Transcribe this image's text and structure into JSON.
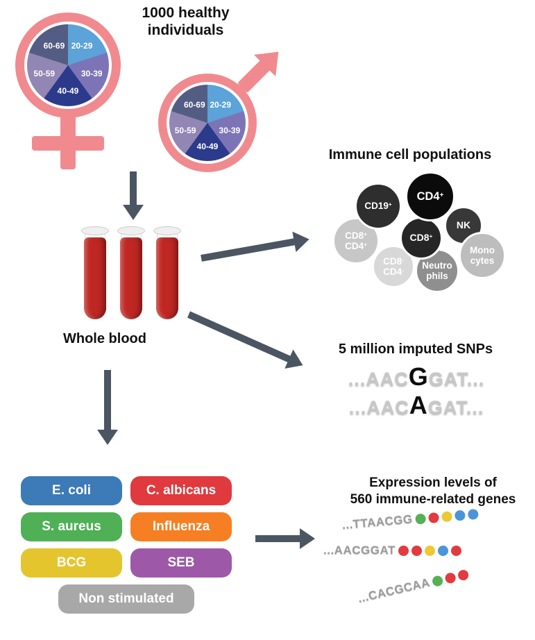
{
  "colors": {
    "symbol": "#f08a8f",
    "arrow": "#4b5662",
    "blood": "#bf2723"
  },
  "header": {
    "title": "1000 healthy individuals"
  },
  "demographics": {
    "age_groups": [
      "20-29",
      "30-39",
      "40-49",
      "50-59",
      "60-69"
    ],
    "pie_colors": [
      "#5ba3d9",
      "#7d74b8",
      "#2c3a8c",
      "#9186b4",
      "#535d83"
    ]
  },
  "blood": {
    "label": "Whole blood"
  },
  "immune_cells": {
    "title": "Immune cell populations",
    "cells": [
      {
        "line1": "CD19",
        "sup1": "+",
        "color": "#2e2e2e"
      },
      {
        "line1": "CD4",
        "sup1": "+",
        "color": "#0b0b0b"
      },
      {
        "line1": "NK",
        "color": "#383838"
      },
      {
        "line1": "CD8",
        "sup1": "+",
        "color": "#262626"
      },
      {
        "line1": "CD8",
        "sup1": "+",
        "line2": "CD4",
        "sup2": "+",
        "color": "#c7c7c7"
      },
      {
        "line1": "CD8",
        "sup1": "-",
        "line2": "CD4",
        "sup2": "-",
        "color": "#d8d8d8"
      },
      {
        "line1": "Neutro",
        "line2": "phils",
        "color": "#8f8f8f"
      },
      {
        "line1": "Mono",
        "line2": "cytes",
        "color": "#bdbdbd"
      }
    ]
  },
  "snps": {
    "title": "5 million imputed SNPs",
    "sequences": [
      {
        "pre": "...AAC",
        "highlight": "G",
        "post": "GAT..."
      },
      {
        "pre": "...AAC",
        "highlight": "A",
        "post": "GAT..."
      }
    ]
  },
  "stimuli": {
    "items": [
      {
        "label": "E. coli",
        "color": "#3d7ab8"
      },
      {
        "label": "C. albicans",
        "color": "#e0393e"
      },
      {
        "label": "S. aureus",
        "color": "#4fb055"
      },
      {
        "label": "Influenza",
        "color": "#f57f22"
      },
      {
        "label": "BCG",
        "color": "#e5c52e"
      },
      {
        "label": "SEB",
        "color": "#9d59a8"
      },
      {
        "label": "Non stimulated",
        "color": "#a8a8a8"
      }
    ]
  },
  "expression": {
    "title_line1": "Expression levels of",
    "title_line2": "560 immune-related genes",
    "rows": [
      {
        "sequence": "...TTAACGG",
        "dots": [
          "#56b054",
          "#e23a3f",
          "#eec832",
          "#4a95d8",
          "#4a95d8"
        ]
      },
      {
        "sequence": "...AACGGAT",
        "dots": [
          "#e23a3f",
          "#e23a3f",
          "#eec832",
          "#4a95d8",
          "#e23a3f"
        ]
      },
      {
        "sequence": "...CACGCAA",
        "dots": [
          "#56b054",
          "#e23a3f",
          "#e23a3f"
        ]
      }
    ]
  }
}
